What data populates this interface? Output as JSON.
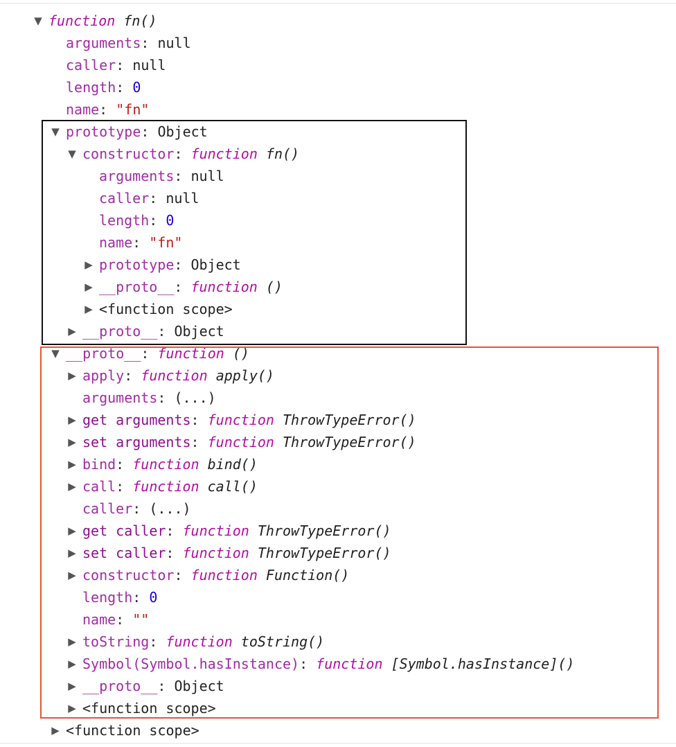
{
  "tree": [
    {
      "depth": 0,
      "expanded": true,
      "parts": [
        {
          "t": "function",
          "c": "kw"
        },
        {
          "t": " ",
          "c": "v"
        },
        {
          "t": "fn()",
          "c": "fn"
        }
      ]
    },
    {
      "depth": 1,
      "expanded": null,
      "parts": [
        {
          "t": "arguments",
          "c": "k"
        },
        {
          "t": ": ",
          "c": "c"
        },
        {
          "t": "null",
          "c": "v"
        }
      ]
    },
    {
      "depth": 1,
      "expanded": null,
      "parts": [
        {
          "t": "caller",
          "c": "k"
        },
        {
          "t": ": ",
          "c": "c"
        },
        {
          "t": "null",
          "c": "v"
        }
      ]
    },
    {
      "depth": 1,
      "expanded": null,
      "parts": [
        {
          "t": "length",
          "c": "k"
        },
        {
          "t": ": ",
          "c": "c"
        },
        {
          "t": "0",
          "c": "n"
        }
      ]
    },
    {
      "depth": 1,
      "expanded": null,
      "parts": [
        {
          "t": "name",
          "c": "k"
        },
        {
          "t": ": ",
          "c": "c"
        },
        {
          "t": "\"fn\"",
          "c": "s"
        }
      ]
    },
    {
      "depth": 1,
      "expanded": true,
      "parts": [
        {
          "t": "prototype",
          "c": "k"
        },
        {
          "t": ": ",
          "c": "c"
        },
        {
          "t": "Object",
          "c": "v"
        }
      ]
    },
    {
      "depth": 2,
      "expanded": true,
      "parts": [
        {
          "t": "constructor",
          "c": "k"
        },
        {
          "t": ": ",
          "c": "c"
        },
        {
          "t": "function",
          "c": "kw"
        },
        {
          "t": " ",
          "c": "v"
        },
        {
          "t": "fn()",
          "c": "fn"
        }
      ]
    },
    {
      "depth": 3,
      "expanded": null,
      "parts": [
        {
          "t": "arguments",
          "c": "k"
        },
        {
          "t": ": ",
          "c": "c"
        },
        {
          "t": "null",
          "c": "v"
        }
      ]
    },
    {
      "depth": 3,
      "expanded": null,
      "parts": [
        {
          "t": "caller",
          "c": "k"
        },
        {
          "t": ": ",
          "c": "c"
        },
        {
          "t": "null",
          "c": "v"
        }
      ]
    },
    {
      "depth": 3,
      "expanded": null,
      "parts": [
        {
          "t": "length",
          "c": "k"
        },
        {
          "t": ": ",
          "c": "c"
        },
        {
          "t": "0",
          "c": "n"
        }
      ]
    },
    {
      "depth": 3,
      "expanded": null,
      "parts": [
        {
          "t": "name",
          "c": "k"
        },
        {
          "t": ": ",
          "c": "c"
        },
        {
          "t": "\"fn\"",
          "c": "s"
        }
      ]
    },
    {
      "depth": 3,
      "expanded": false,
      "parts": [
        {
          "t": "prototype",
          "c": "k"
        },
        {
          "t": ": ",
          "c": "c"
        },
        {
          "t": "Object",
          "c": "v"
        }
      ]
    },
    {
      "depth": 3,
      "expanded": false,
      "parts": [
        {
          "t": "__proto__",
          "c": "k"
        },
        {
          "t": ": ",
          "c": "c"
        },
        {
          "t": "function",
          "c": "kw"
        },
        {
          "t": " ",
          "c": "v"
        },
        {
          "t": "()",
          "c": "fn"
        }
      ]
    },
    {
      "depth": 3,
      "expanded": false,
      "parts": [
        {
          "t": "<function scope>",
          "c": "v"
        }
      ]
    },
    {
      "depth": 2,
      "expanded": false,
      "parts": [
        {
          "t": "__proto__",
          "c": "k"
        },
        {
          "t": ": ",
          "c": "c"
        },
        {
          "t": "Object",
          "c": "v"
        }
      ]
    },
    {
      "depth": 1,
      "expanded": true,
      "parts": [
        {
          "t": "__proto__",
          "c": "k"
        },
        {
          "t": ": ",
          "c": "c"
        },
        {
          "t": "function",
          "c": "kw"
        },
        {
          "t": " ",
          "c": "v"
        },
        {
          "t": "()",
          "c": "fn"
        }
      ]
    },
    {
      "depth": 2,
      "expanded": false,
      "parts": [
        {
          "t": "apply",
          "c": "k"
        },
        {
          "t": ": ",
          "c": "c"
        },
        {
          "t": "function",
          "c": "kw"
        },
        {
          "t": " ",
          "c": "v"
        },
        {
          "t": "apply()",
          "c": "fn"
        }
      ]
    },
    {
      "depth": 2,
      "expanded": null,
      "parts": [
        {
          "t": "arguments",
          "c": "k"
        },
        {
          "t": ": ",
          "c": "c"
        },
        {
          "t": "(...)",
          "c": "v"
        }
      ]
    },
    {
      "depth": 2,
      "expanded": false,
      "parts": [
        {
          "t": "get arguments",
          "c": "kb"
        },
        {
          "t": ": ",
          "c": "c"
        },
        {
          "t": "function",
          "c": "kw"
        },
        {
          "t": " ",
          "c": "v"
        },
        {
          "t": "ThrowTypeError()",
          "c": "fn"
        }
      ]
    },
    {
      "depth": 2,
      "expanded": false,
      "parts": [
        {
          "t": "set arguments",
          "c": "kb"
        },
        {
          "t": ": ",
          "c": "c"
        },
        {
          "t": "function",
          "c": "kw"
        },
        {
          "t": " ",
          "c": "v"
        },
        {
          "t": "ThrowTypeError()",
          "c": "fn"
        }
      ]
    },
    {
      "depth": 2,
      "expanded": false,
      "parts": [
        {
          "t": "bind",
          "c": "k"
        },
        {
          "t": ": ",
          "c": "c"
        },
        {
          "t": "function",
          "c": "kw"
        },
        {
          "t": " ",
          "c": "v"
        },
        {
          "t": "bind()",
          "c": "fn"
        }
      ]
    },
    {
      "depth": 2,
      "expanded": false,
      "parts": [
        {
          "t": "call",
          "c": "k"
        },
        {
          "t": ": ",
          "c": "c"
        },
        {
          "t": "function",
          "c": "kw"
        },
        {
          "t": " ",
          "c": "v"
        },
        {
          "t": "call()",
          "c": "fn"
        }
      ]
    },
    {
      "depth": 2,
      "expanded": null,
      "parts": [
        {
          "t": "caller",
          "c": "k"
        },
        {
          "t": ": ",
          "c": "c"
        },
        {
          "t": "(...)",
          "c": "v"
        }
      ]
    },
    {
      "depth": 2,
      "expanded": false,
      "parts": [
        {
          "t": "get caller",
          "c": "kb"
        },
        {
          "t": ": ",
          "c": "c"
        },
        {
          "t": "function",
          "c": "kw"
        },
        {
          "t": " ",
          "c": "v"
        },
        {
          "t": "ThrowTypeError()",
          "c": "fn"
        }
      ]
    },
    {
      "depth": 2,
      "expanded": false,
      "parts": [
        {
          "t": "set caller",
          "c": "kb"
        },
        {
          "t": ": ",
          "c": "c"
        },
        {
          "t": "function",
          "c": "kw"
        },
        {
          "t": " ",
          "c": "v"
        },
        {
          "t": "ThrowTypeError()",
          "c": "fn"
        }
      ]
    },
    {
      "depth": 2,
      "expanded": false,
      "parts": [
        {
          "t": "constructor",
          "c": "k"
        },
        {
          "t": ": ",
          "c": "c"
        },
        {
          "t": "function",
          "c": "kw"
        },
        {
          "t": " ",
          "c": "v"
        },
        {
          "t": "Function()",
          "c": "fn"
        }
      ]
    },
    {
      "depth": 2,
      "expanded": null,
      "parts": [
        {
          "t": "length",
          "c": "k"
        },
        {
          "t": ": ",
          "c": "c"
        },
        {
          "t": "0",
          "c": "n"
        }
      ]
    },
    {
      "depth": 2,
      "expanded": null,
      "parts": [
        {
          "t": "name",
          "c": "k"
        },
        {
          "t": ": ",
          "c": "c"
        },
        {
          "t": "\"\"",
          "c": "s"
        }
      ]
    },
    {
      "depth": 2,
      "expanded": false,
      "parts": [
        {
          "t": "toString",
          "c": "k"
        },
        {
          "t": ": ",
          "c": "c"
        },
        {
          "t": "function",
          "c": "kw"
        },
        {
          "t": " ",
          "c": "v"
        },
        {
          "t": "toString()",
          "c": "fn"
        }
      ]
    },
    {
      "depth": 2,
      "expanded": false,
      "parts": [
        {
          "t": "Symbol(Symbol.hasInstance)",
          "c": "k"
        },
        {
          "t": ": ",
          "c": "c"
        },
        {
          "t": "function",
          "c": "kw"
        },
        {
          "t": " ",
          "c": "v"
        },
        {
          "t": "[Symbol.hasInstance]()",
          "c": "fn"
        }
      ]
    },
    {
      "depth": 2,
      "expanded": false,
      "parts": [
        {
          "t": "__proto__",
          "c": "k"
        },
        {
          "t": ": ",
          "c": "c"
        },
        {
          "t": "Object",
          "c": "v"
        }
      ]
    },
    {
      "depth": 2,
      "expanded": false,
      "parts": [
        {
          "t": "<function scope>",
          "c": "v"
        }
      ]
    },
    {
      "depth": 1,
      "expanded": false,
      "parts": [
        {
          "t": "<function scope>",
          "c": "v"
        }
      ]
    }
  ],
  "arrows": {
    "expanded": "▼",
    "collapsed": "▶"
  },
  "highlight_colors": {
    "prototype_box": "#111111",
    "proto_box": "#e5543a"
  }
}
